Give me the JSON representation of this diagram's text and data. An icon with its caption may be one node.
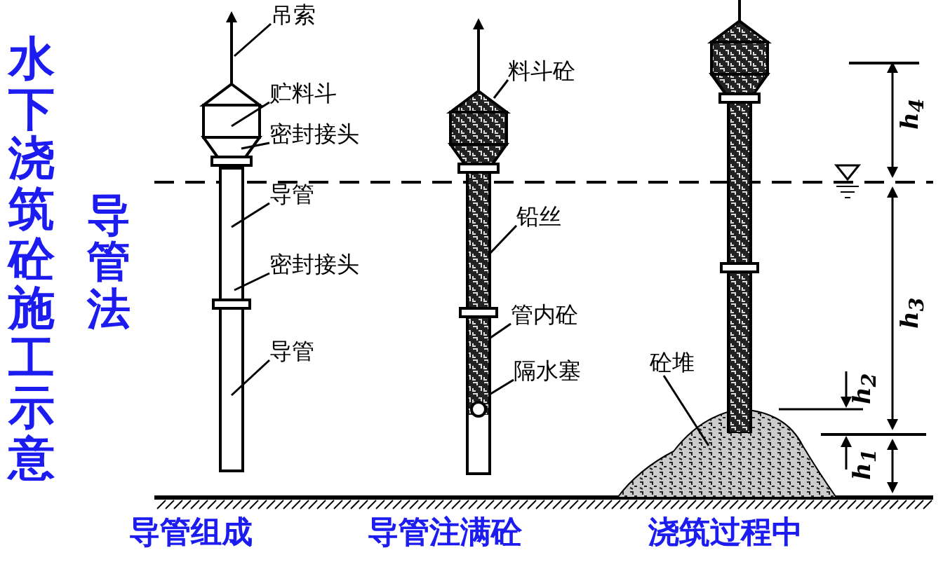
{
  "diagram": {
    "title": "水下浇筑砼施工示意",
    "nodes": [
      {
        "text": [
          "吊索"
        ]
      },
      {
        "text": [
          "贮料斗"
        ]
      },
      {
        "text": [
          "密封接头"
        ]
      },
      {
        "text": [
          "导管"
        ]
      },
      {
        "text": [
          "密封接头"
        ]
      },
      {
        "text": [
          "导管"
        ]
      },
      {
        "text": [
          "料斗砼"
        ]
      },
      {
        "text": [
          "铅丝"
        ]
      },
      {
        "text": [
          "管内砼"
        ]
      },
      {
        "text": [
          "隔水塞"
        ]
      },
      {
        "text": [
          "砼堆"
        ]
      }
    ],
    "edges": [
      {
        "from": 0,
        "to": null,
        "arrow": "none"
      },
      {
        "from": 1,
        "to": null,
        "arrow": "none"
      },
      {
        "from": 2,
        "to": null,
        "arrow": "none"
      },
      {
        "from": 3,
        "to": null,
        "arrow": "none"
      },
      {
        "from": 4,
        "to": null,
        "arrow": "none"
      },
      {
        "from": 5,
        "to": null,
        "arrow": "none"
      },
      {
        "from": 6,
        "to": null,
        "arrow": "none"
      },
      {
        "from": 7,
        "to": null,
        "arrow": "none"
      },
      {
        "from": 8,
        "to": null,
        "arrow": "none"
      },
      {
        "from": 9,
        "to": null,
        "arrow": "none"
      },
      {
        "from": 10,
        "to": null,
        "arrow": "none"
      }
    ],
    "labels": [
      "导管法",
      "h$_{4}$",
      "h$_{3}$",
      "h$_{2}$",
      "h$_{1}$",
      "导管组成",
      "导管注满砼",
      "浇筑过程中"
    ]
  }
}
